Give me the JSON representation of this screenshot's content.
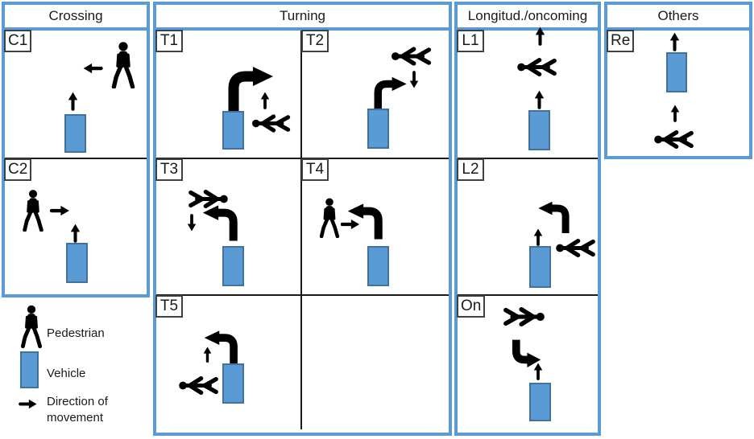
{
  "colors": {
    "accent_blue": "#5B9BD5",
    "vehicle_fill": "#5B9BD5",
    "vehicle_border": "#41719C",
    "icon_black": "#000000",
    "grid_line": "#1a1a1a"
  },
  "columns": [
    {
      "key": "crossing",
      "header": "Crossing",
      "cells": [
        {
          "label": "C1",
          "icons": [
            "arrow-left",
            "pedestrian-front",
            "arrow-up",
            "vehicle"
          ]
        },
        {
          "label": "C2",
          "icons": [
            "pedestrian-front",
            "arrow-right",
            "arrow-up",
            "vehicle"
          ]
        }
      ]
    },
    {
      "key": "turning",
      "header": "Turning",
      "cells": [
        {
          "label": "T1",
          "icons": [
            "turn-right-arrow",
            "arrow-up",
            "pedestrian-top-left",
            "vehicle"
          ]
        },
        {
          "label": "T2",
          "icons": [
            "pedestrian-top-left",
            "arrow-down",
            "turn-right-arrow",
            "vehicle"
          ]
        },
        {
          "label": "T3",
          "icons": [
            "pedestrian-top-right",
            "arrow-down",
            "turn-left-arrow",
            "vehicle"
          ]
        },
        {
          "label": "T4",
          "icons": [
            "pedestrian-front",
            "arrow-right",
            "turn-left-arrow",
            "vehicle"
          ]
        },
        {
          "label": "T5",
          "icons": [
            "turn-left-arrow",
            "arrow-up",
            "pedestrian-top-left",
            "vehicle"
          ]
        },
        {
          "label": "",
          "icons": []
        }
      ]
    },
    {
      "key": "longitudinal",
      "header": "Longitud./oncoming",
      "cells": [
        {
          "label": "L1",
          "icons": [
            "arrow-up",
            "pedestrian-top-left",
            "arrow-up",
            "vehicle"
          ]
        },
        {
          "label": "L2",
          "icons": [
            "turn-left-arrow",
            "arrow-up",
            "pedestrian-top-left",
            "vehicle"
          ]
        },
        {
          "label": "On",
          "icons": [
            "pedestrian-top-right",
            "turn-down-right-arrow",
            "arrow-up",
            "vehicle"
          ]
        }
      ]
    },
    {
      "key": "others",
      "header": "Others",
      "cells": [
        {
          "label": "Re",
          "icons": [
            "arrow-up",
            "vehicle",
            "arrow-up",
            "pedestrian-top-left"
          ]
        }
      ]
    }
  ],
  "legend": {
    "items": [
      {
        "icon": "pedestrian-front",
        "label": "Pedestrian"
      },
      {
        "icon": "vehicle",
        "label": "Vehicle"
      },
      {
        "icon": "arrow-right",
        "label": "Direction of movement"
      }
    ]
  }
}
